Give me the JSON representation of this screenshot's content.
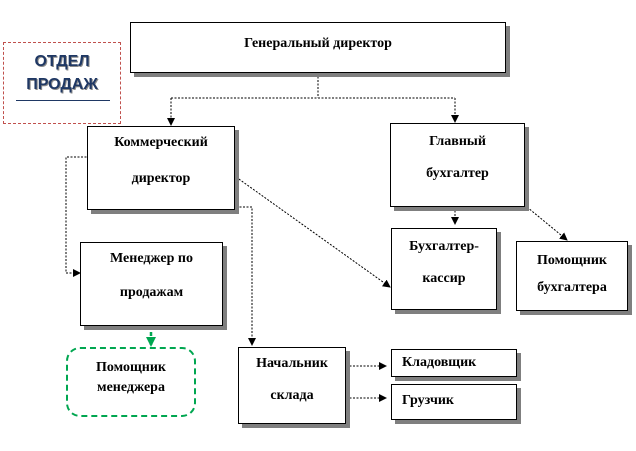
{
  "department": {
    "line1": "ОТДЕЛ",
    "line2": "ПРОДАЖ"
  },
  "positions": {
    "general_director": "Генеральный директор",
    "commercial_director": [
      "Коммерческий",
      "директор"
    ],
    "chief_accountant": [
      "Главный",
      "бухгалтер"
    ],
    "sales_manager": [
      "Менеджер по",
      "продажам"
    ],
    "cashier_accountant": [
      "Бухгалтер-",
      "кассир"
    ],
    "assistant_accountant": [
      "Помощник",
      "бухгалтера"
    ],
    "manager_assistant": [
      "Помощник",
      "менеджера"
    ],
    "warehouse_head": [
      "Начальник",
      "склада"
    ],
    "storekeeper": "Кладовщик",
    "loader": "Грузчик"
  },
  "colors": {
    "box_border": "#000000",
    "box_shadow": "#7f7f7f",
    "department_border": "#c0504d",
    "department_text": "#1f3864",
    "assistant_border": "#00a650",
    "assistant_arrow": "#00a650"
  }
}
